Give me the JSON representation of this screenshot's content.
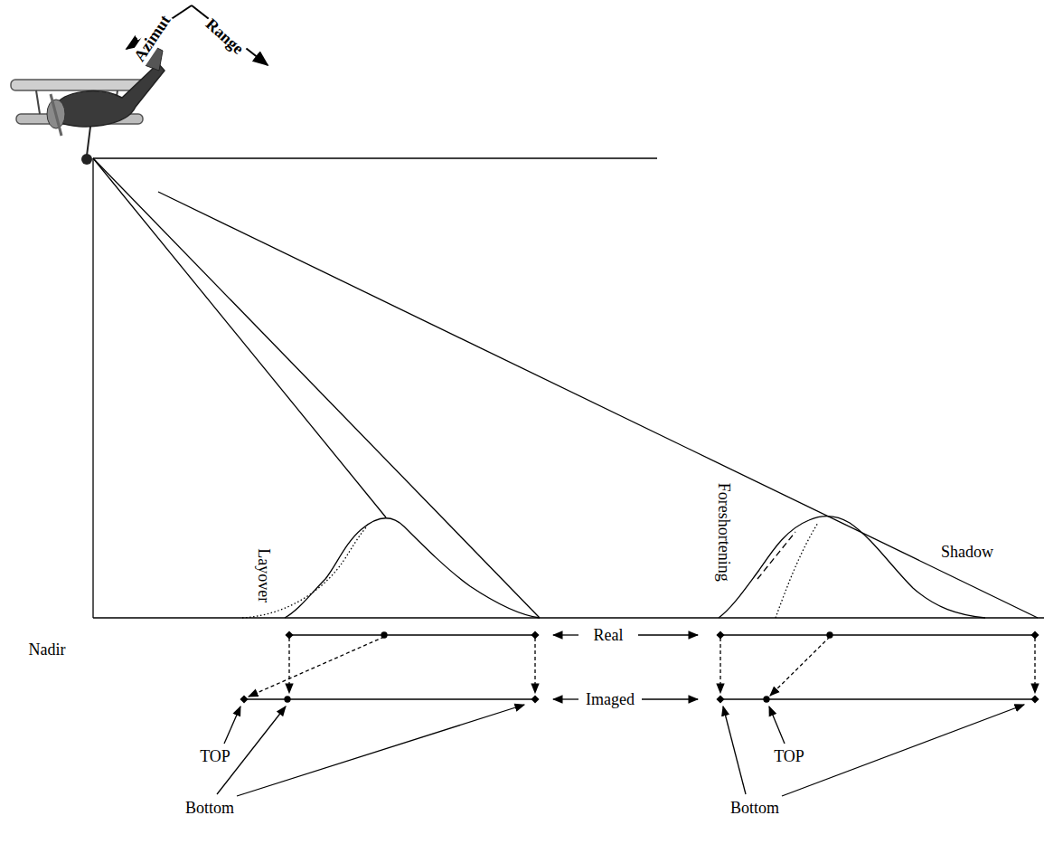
{
  "diagram": {
    "labels": [
      "Azimut",
      "Range",
      "Layover",
      "Foreshortening",
      "Shadow",
      "Nadir",
      "Real",
      "Imaged",
      "TOP",
      "TOP",
      "Bottom",
      "Bottom"
    ]
  }
}
